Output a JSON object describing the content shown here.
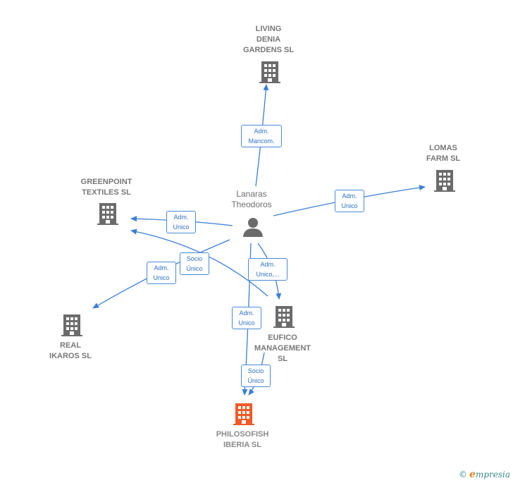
{
  "person": {
    "name": "Lanaras\nTheodoros"
  },
  "companies": {
    "living_denia": "LIVING\nDENIA\nGARDENS  SL",
    "lomas_farm": "LOMAS\nFARM  SL",
    "greenpoint": "GREENPOINT\nTEXTILES  SL",
    "real_ikaros": "REAL\nIKAROS  SL",
    "eufico": "EUFICO\nMANAGEMENT\nSL",
    "philosofish": "PHILOSOFISH\nIBERIA  SL"
  },
  "relations": {
    "adm_mancom": "Adm.\nMancom.",
    "adm_unico_lomas": "Adm.\nUnico",
    "adm_unico_greenpoint": "Adm.\nUnico",
    "socio_unico_greenpoint": "Socio\nÚnico",
    "adm_unico_ikaros": "Adm.\nUnico",
    "adm_unico_eufico": "Adm.\nUnico,...",
    "adm_unico_philosofish": "Adm.\nUnico",
    "socio_unico_philosofish": "Socio\nÚnico"
  },
  "footer": {
    "copyright": "©",
    "brand_initial": "e",
    "brand_rest": "mpresia"
  },
  "colors": {
    "edge": "#3a7fd5",
    "building": "#6b6b6b",
    "focus_building": "#f05a28"
  }
}
